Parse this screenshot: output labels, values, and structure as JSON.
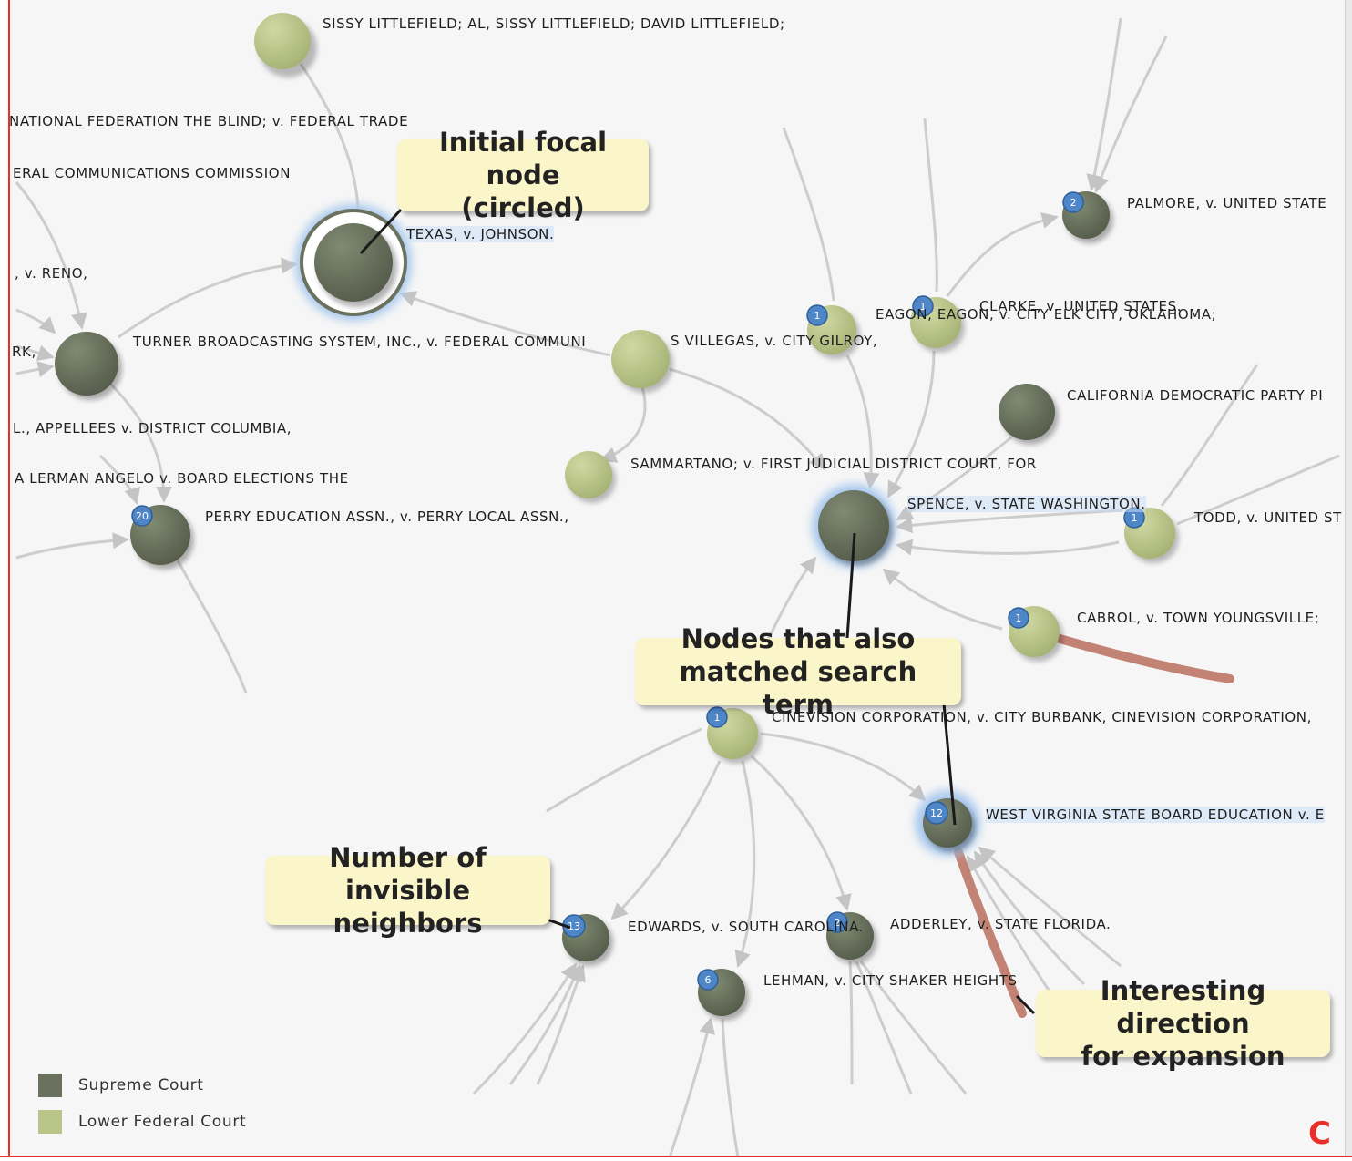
{
  "colors": {
    "background": "#f6f6f6",
    "supreme": "#6a725f",
    "lower": "#b9c488",
    "edge": "#cdcdcd",
    "highlight_edge": "#b86e5e",
    "badge": "#4e86c8",
    "callout_bg": "#fbf6c9",
    "frame_accent": "#e8302a"
  },
  "node_labels": [
    "SISSY LITTLEFIELD; AL, SISSY LITTLEFIELD; DAVID LITTLEFIELD;",
    "NATIONAL FEDERATION THE BLIND; v. FEDERAL TRADE",
    "ERAL COMMUNICATIONS COMMISSION",
    "TEXAS, v. JOHNSON.",
    ", v. RENO,",
    "RK,",
    "TURNER BROADCASTING SYSTEM, INC., v. FEDERAL COMMUNI",
    "S VILLEGAS, v. CITY GILROY,",
    "L., APPELLEES v. DISTRICT COLUMBIA,",
    "A LERMAN ANGELO v. BOARD ELECTIONS THE",
    "PERRY EDUCATION ASSN., v. PERRY LOCAL ASSN.,",
    "SAMMARTANO; v. FIRST JUDICIAL DISTRICT COURT, FOR",
    "PALMORE, v. UNITED STATE",
    "EAGON, EAGON, v. CITY ELK CITY, OKLAHOMA;",
    "CLARKE, v. UNITED STATES.",
    "CALIFORNIA DEMOCRATIC PARTY PI",
    "SPENCE, v. STATE WASHINGTON.",
    "TODD, v. UNITED ST",
    "CABROL, v. TOWN YOUNGSVILLE;",
    "CINEVISION CORPORATION, v. CITY BURBANK, CINEVISION CORPORATION,",
    "WEST VIRGINIA STATE BOARD EDUCATION v. E",
    "EDWARDS, v. SOUTH CAROLINA.",
    "ADDERLEY, v. STATE FLORIDA.",
    "LEHMAN, v. CITY SHAKER HEIGHTS"
  ],
  "badges": [
    "20",
    "1",
    "1",
    "2",
    "1",
    "1",
    "1",
    "12",
    "13",
    "2",
    "6"
  ],
  "callouts": {
    "focal_line1": "Initial focal node",
    "focal_line2": "(circled)",
    "matched_line1": "Nodes that also",
    "matched_line2": "matched search term",
    "invisible_line1": "Number of invisible",
    "invisible_line2": "neighbors",
    "direction_line1": "Interesting direction",
    "direction_line2": "for expansion"
  },
  "legend": {
    "supreme": "Supreme Court",
    "lower": "Lower Federal Court"
  },
  "logo": "C"
}
